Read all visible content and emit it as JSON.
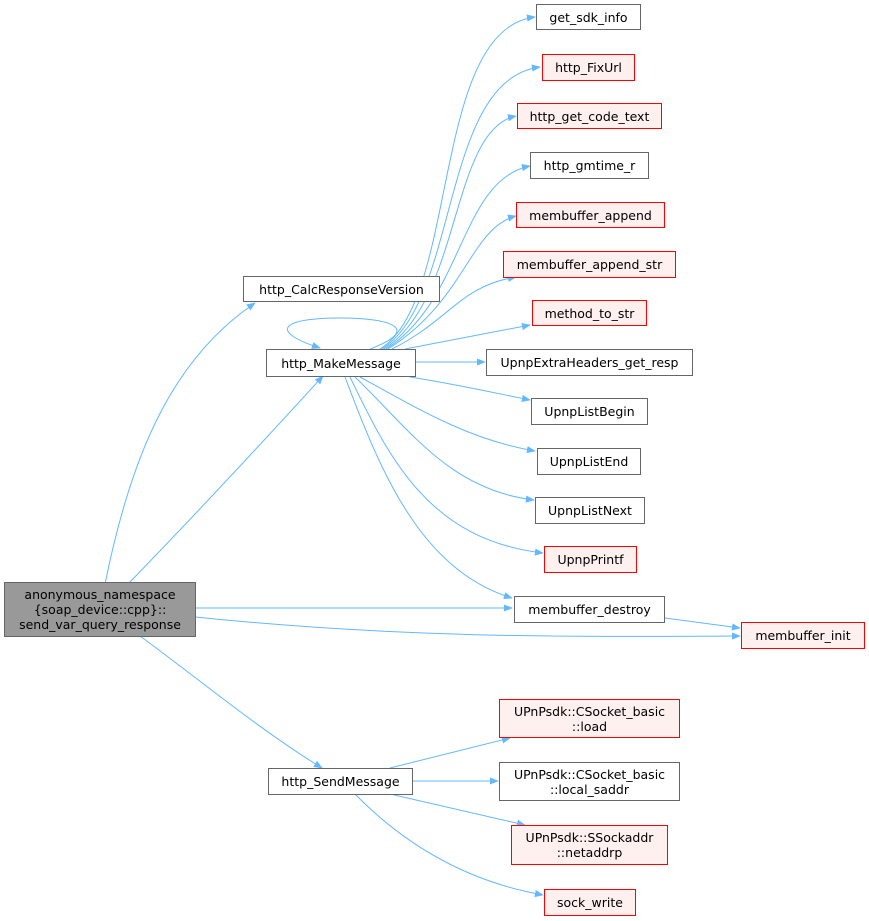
{
  "colors": {
    "edge": "#63b8ff",
    "plain_border": "#666666",
    "red_border": "#ff0000",
    "red_fill": "#fff0f0",
    "root_fill": "#999999"
  },
  "nodes": {
    "root": {
      "lines": [
        "anonymous_namespace",
        "{soap_device::cpp}::",
        "send_var_query_response"
      ]
    },
    "calc_version": {
      "label": "http_CalcResponseVersion"
    },
    "make_message": {
      "label": "http_MakeMessage"
    },
    "send_message": {
      "label": "http_SendMessage"
    },
    "get_sdk_info": {
      "label": "get_sdk_info"
    },
    "fix_url": {
      "label": "http_FixUrl"
    },
    "get_code_text": {
      "label": "http_get_code_text"
    },
    "gmtime_r": {
      "label": "http_gmtime_r"
    },
    "membuffer_append": {
      "label": "membuffer_append"
    },
    "membuffer_append_str": {
      "label": "membuffer_append_str"
    },
    "method_to_str": {
      "label": "method_to_str"
    },
    "extra_headers": {
      "label": "UpnpExtraHeaders_get_resp"
    },
    "list_begin": {
      "label": "UpnpListBegin"
    },
    "list_end": {
      "label": "UpnpListEnd"
    },
    "list_next": {
      "label": "UpnpListNext"
    },
    "upnp_printf": {
      "label": "UpnpPrintf"
    },
    "membuffer_destroy": {
      "label": "membuffer_destroy"
    },
    "membuffer_init": {
      "label": "membuffer_init"
    },
    "socket_load": {
      "lines": [
        "UPnPsdk::CSocket_basic",
        "::load"
      ]
    },
    "socket_local_saddr": {
      "lines": [
        "UPnPsdk::CSocket_basic",
        "::local_saddr"
      ]
    },
    "sockaddr_netaddrp": {
      "lines": [
        "UPnPsdk::SSockaddr",
        "::netaddrp"
      ]
    },
    "sock_write": {
      "label": "sock_write"
    }
  }
}
